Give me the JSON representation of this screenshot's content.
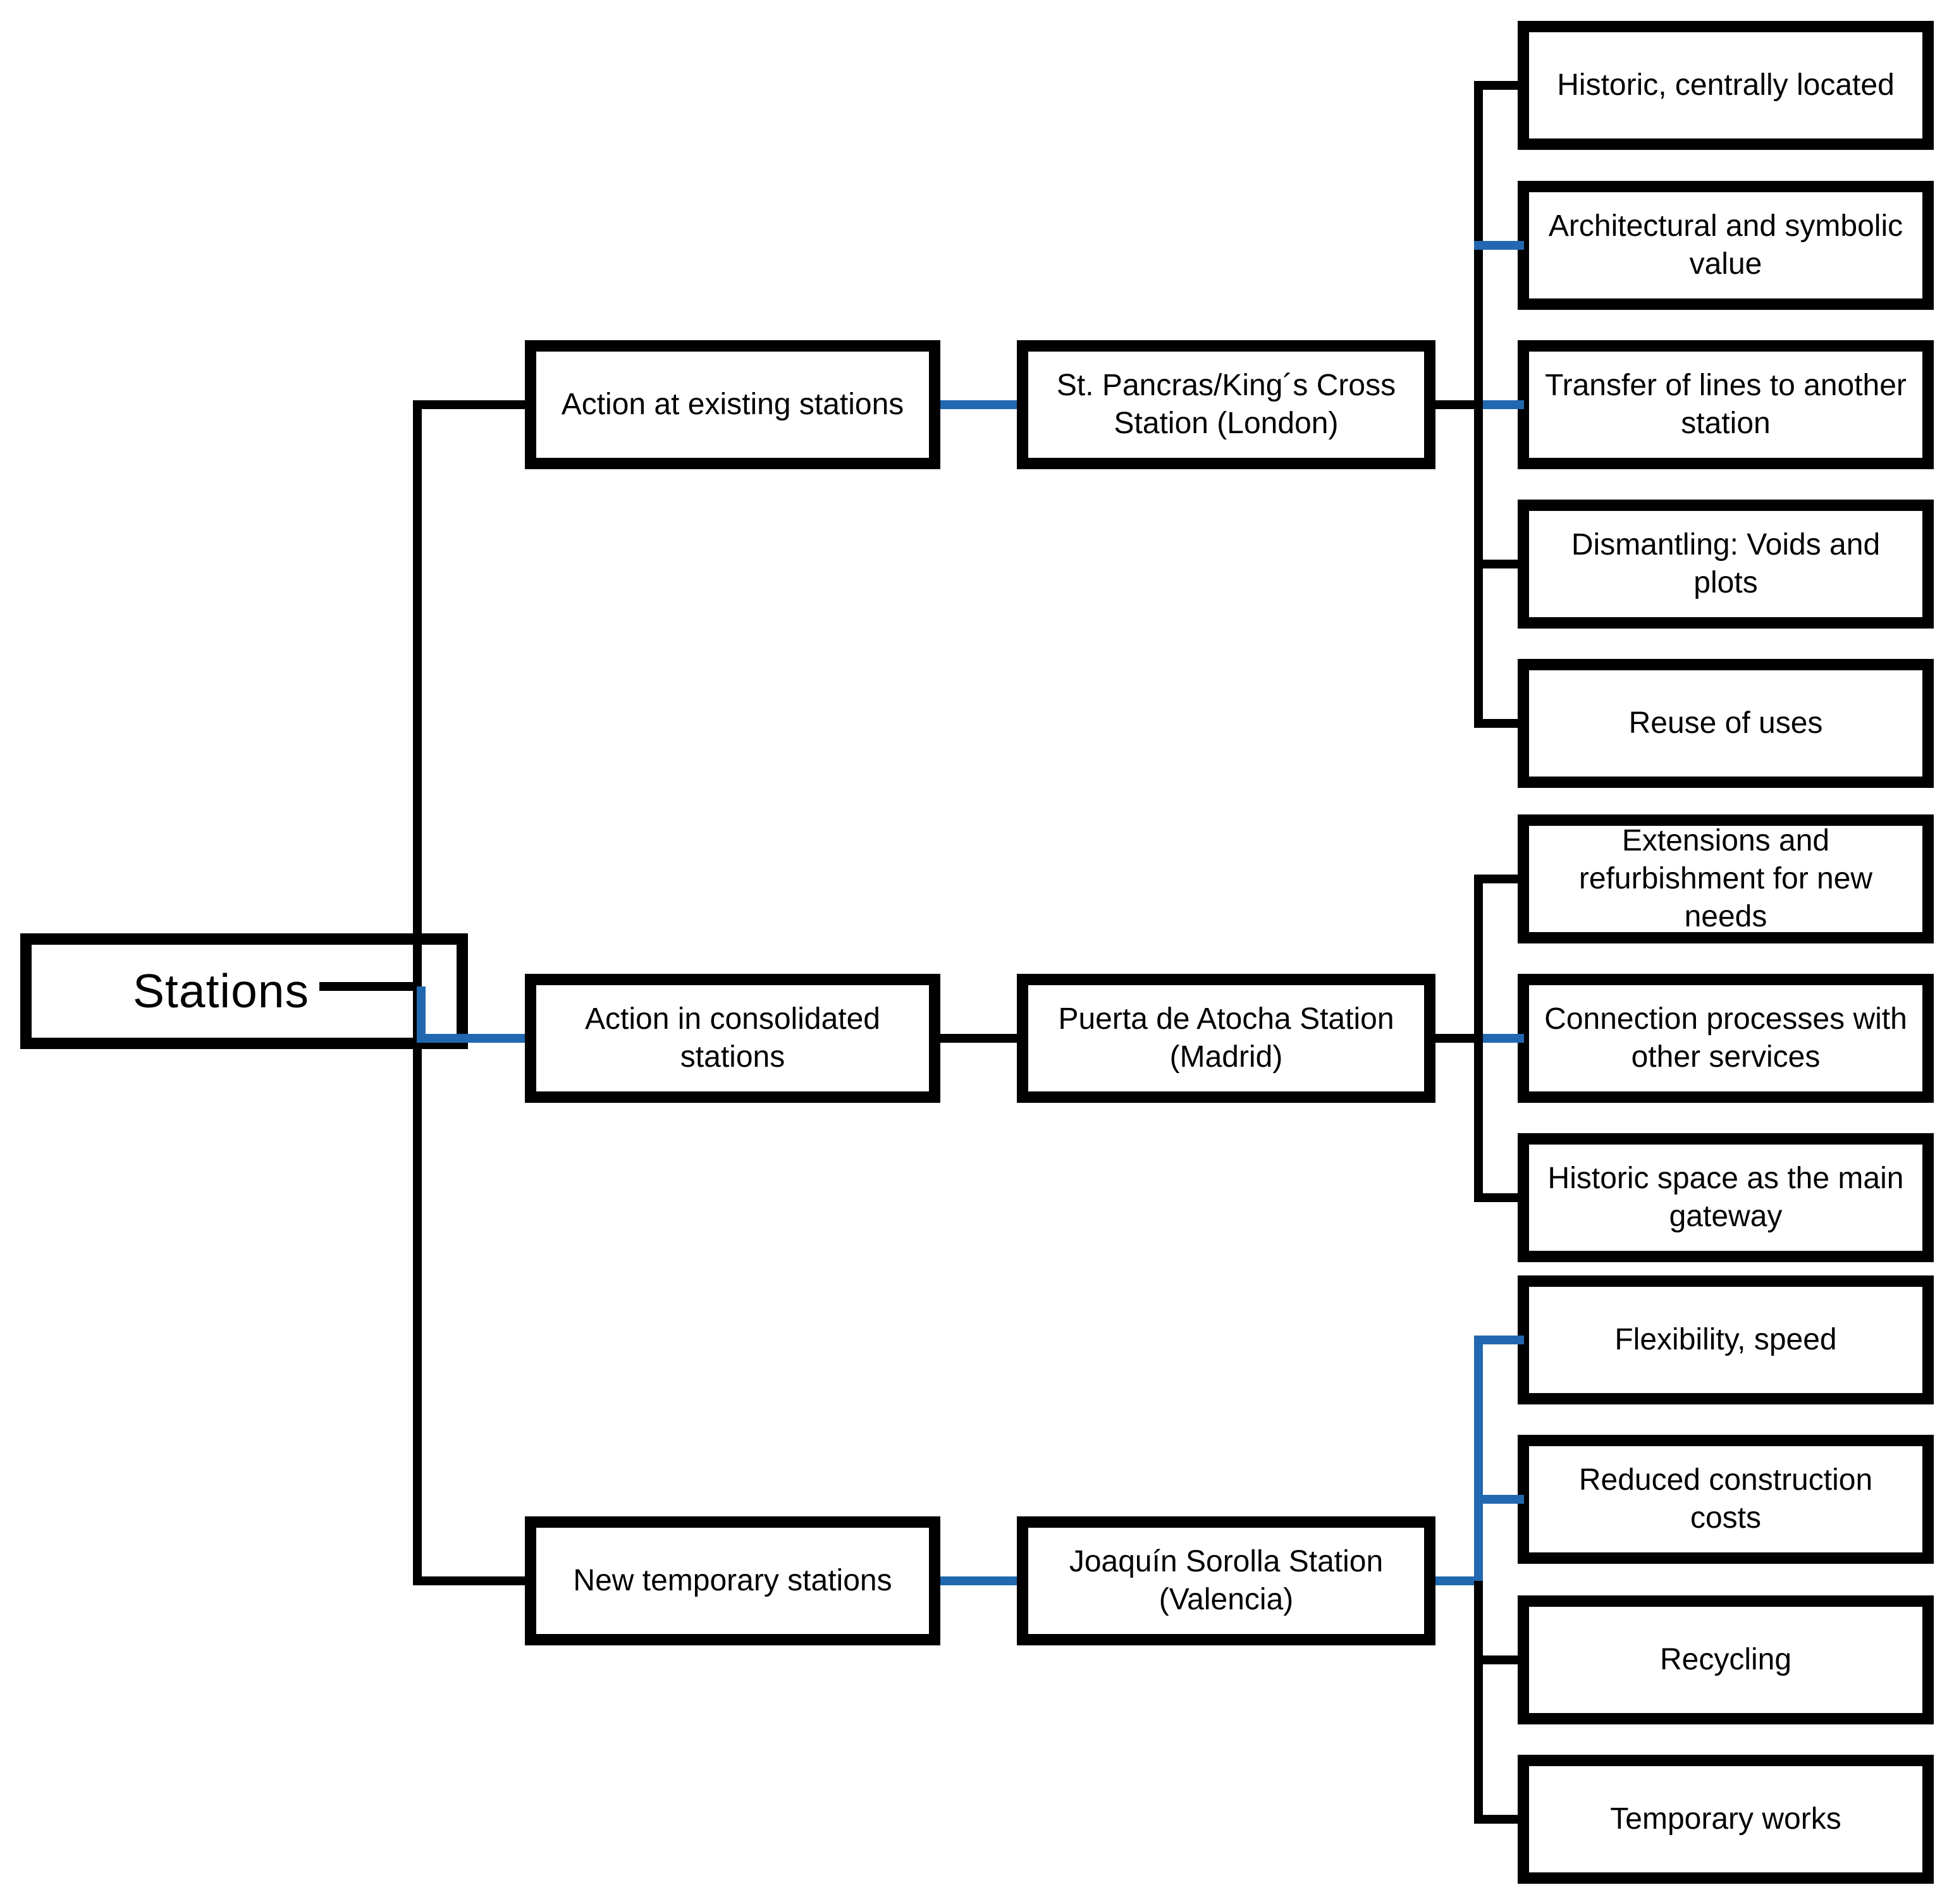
{
  "figure": {
    "background": "#ffffff"
  },
  "colors": {
    "line_black": "#000000",
    "accent_blue": "#2268B0",
    "box_border": "#000000",
    "box_background": "#ffffff",
    "text_color": "#000000"
  },
  "root": {
    "label": "Stations"
  },
  "groups": [
    {
      "branch": {
        "label": "Action at existing stations"
      },
      "station": {
        "label": "St. Pancras/King´s Cross\nStation (London)"
      },
      "leaves": [
        {
          "label": "Historic, centrally located"
        },
        {
          "label": "Architectural and symbolic\nvalue"
        },
        {
          "label": "Transfer of lines to another\nstation"
        },
        {
          "label": "Dismantling: Voids and\nplots"
        },
        {
          "label": "Reuse of uses"
        }
      ]
    },
    {
      "branch": {
        "label": "Action in consolidated\nstations"
      },
      "station": {
        "label": "Puerta de Atocha Station\n(Madrid)"
      },
      "leaves": [
        {
          "label": "Extensions and\nrefurbishment for new\nneeds"
        },
        {
          "label": "Connection processes with\nother services"
        },
        {
          "label": "Historic space as the main\ngateway"
        }
      ]
    },
    {
      "branch": {
        "label": "New temporary stations"
      },
      "station": {
        "label": "Joaquín Sorolla Station\n(Valencia)"
      },
      "leaves": [
        {
          "label": "Flexibility, speed"
        },
        {
          "label": "Reduced construction\ncosts"
        },
        {
          "label": "Recycling"
        },
        {
          "label": "Temporary works"
        }
      ]
    }
  ]
}
